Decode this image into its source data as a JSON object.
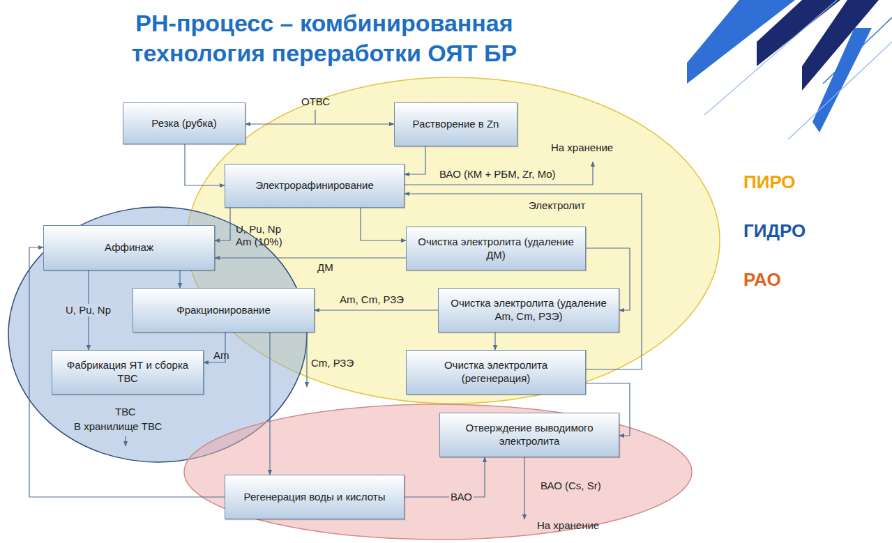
{
  "diagram": {
    "title": "РН-процесс – комбинированная технология переработки ОЯТ БР",
    "nodes": [
      {
        "text": [
          "Резка (рубка)"
        ]
      },
      {
        "text": [
          "Растворение в Zn"
        ]
      },
      {
        "text": [
          "Электрорафинирование"
        ]
      },
      {
        "text": [
          "Аффинаж"
        ]
      },
      {
        "text": [
          "Очистка электролита (удаление ДМ)"
        ]
      },
      {
        "text": [
          "Фракционирование"
        ]
      },
      {
        "text": [
          "Очистка электролита (удаление Am, Cm, РЗЭ)"
        ]
      },
      {
        "text": [
          "Фабрикация ЯТ и сборка ТВС"
        ]
      },
      {
        "text": [
          "Очистка электролита (регенерация)"
        ]
      },
      {
        "text": [
          "Отверждение выводимого электролита"
        ]
      },
      {
        "text": [
          "Регенерация воды и кислоты"
        ]
      }
    ],
    "edges": [
      {
        "from": 0,
        "to": 1,
        "label": "ОТВС",
        "arrow": "both"
      },
      {
        "from": 0,
        "to": 2,
        "arrow": "to"
      },
      {
        "from": 1,
        "to": 2,
        "arrow": "to"
      },
      {
        "from": 2,
        "to": 3,
        "label": "U, Pu, Np Am (10%)",
        "arrow": "to"
      },
      {
        "from": 2,
        "to": 4,
        "arrow": "to"
      },
      {
        "from": 4,
        "to": 3,
        "label": "ДМ",
        "arrow": "to"
      },
      {
        "from": 4,
        "to": 6,
        "arrow": "to"
      },
      {
        "from": 6,
        "to": 5,
        "label": "Am, Cm, РЗЭ",
        "arrow": "to"
      },
      {
        "from": 6,
        "to": 8,
        "arrow": "to"
      },
      {
        "from": 8,
        "to": 2,
        "label": "Электролит",
        "arrow": "to"
      },
      {
        "from": 8,
        "to": 9,
        "arrow": "to"
      },
      {
        "from": 3,
        "to": 5,
        "arrow": "to"
      },
      {
        "from": 3,
        "to": 7,
        "label": "U, Pu, Np",
        "arrow": "to"
      },
      {
        "from": 5,
        "to": 7,
        "label": "Am",
        "arrow": "to"
      },
      {
        "from": 5,
        "to": 10,
        "arrow": "to"
      },
      {
        "from": 10,
        "to": 3,
        "arrow": "to"
      },
      {
        "from": 10,
        "to": 9,
        "label": "ВАО",
        "arrow": "to"
      }
    ],
    "labels": [
      "На хранение",
      "ВАО (КМ + РБМ, Zr, Mo)",
      "Cm, РЗЭ",
      "ТВС",
      "В хранилище ТВС",
      "ВАО (Cs, Sr)",
      "На хранение"
    ],
    "legend": [
      {
        "text": "ПИРО",
        "color": "#f5a300"
      },
      {
        "text": "ГИДРО",
        "color": "#1a56a8"
      },
      {
        "text": "РАО",
        "color": "#e0621a"
      }
    ]
  }
}
